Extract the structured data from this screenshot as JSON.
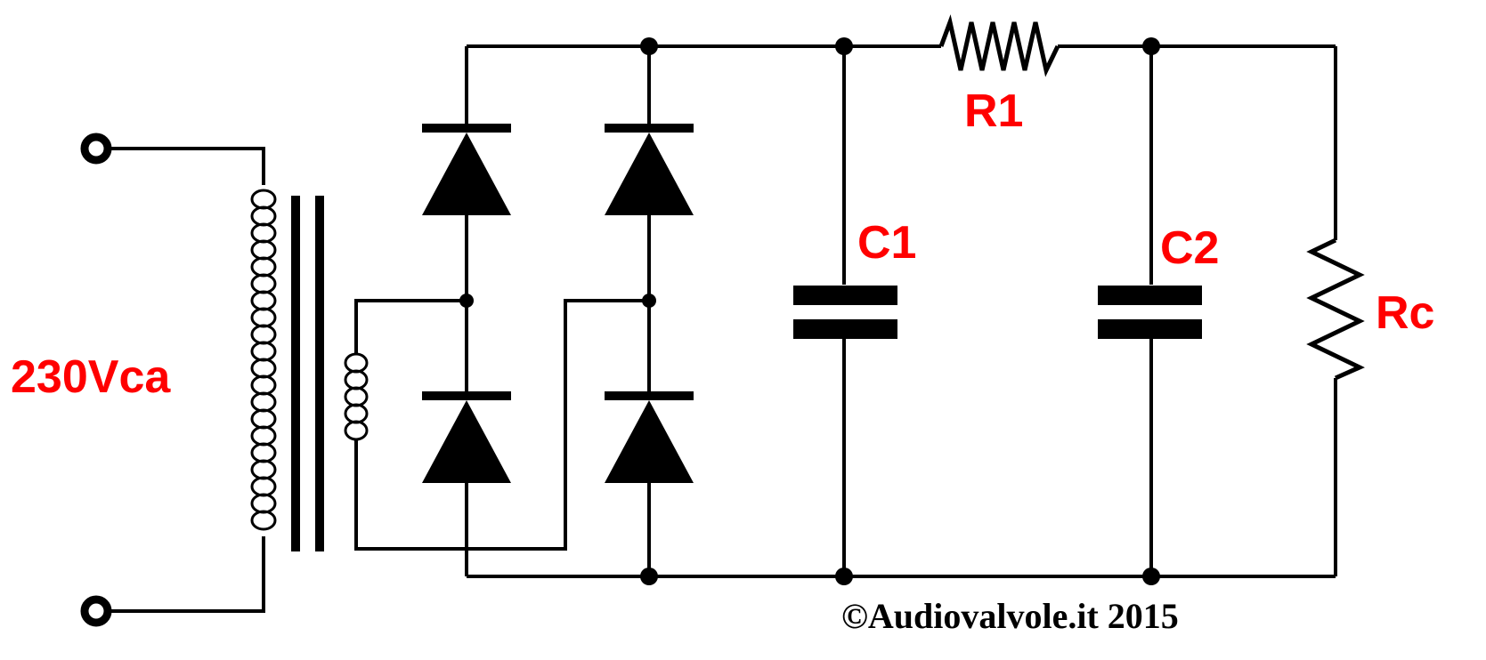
{
  "labels": {
    "input": "230Vca",
    "r1": "R1",
    "c1": "C1",
    "c2": "C2",
    "rc": "Rc",
    "copyright": "©Audiovalvole.it 2015"
  },
  "colors": {
    "wire": "#000000",
    "label": "#ff0000",
    "background": "#ffffff"
  }
}
